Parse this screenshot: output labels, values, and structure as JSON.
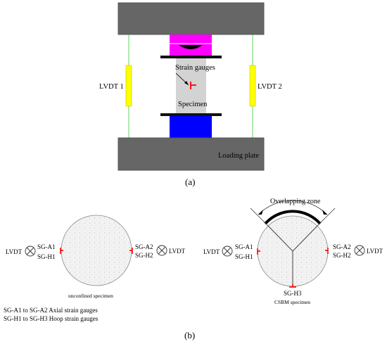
{
  "part_a": {
    "caption": "(a)",
    "labels": {
      "strain_gauges": "Strain gauges",
      "specimen": "Specimen",
      "lvdt1": "LVDT 1",
      "lvdt2": "LVDT 2",
      "loading_plate": "Loading plate"
    }
  },
  "part_b": {
    "caption": "(b)",
    "unconfined": {
      "lvdt_label": "LVDT",
      "left_top": "SG-A1",
      "left_bottom": "SG-H1",
      "right_top": "SG-A2",
      "right_bottom": "SG-H2",
      "right_lvdt_label": "LVDT",
      "name": "unconfined specimen"
    },
    "csbm": {
      "overlap_label": "Overlapping zone",
      "lvdt_label": "LVDT",
      "left_top": "SG-A1",
      "left_bottom": "SG-H1",
      "right_top": "SG-A2",
      "right_bottom": "SG-H2",
      "right_lvdt_label": "LVDT",
      "bottom_gauge": "SG-H3",
      "name": "CSBM specimen"
    },
    "legend": {
      "line1": "SG-A1 to  SG-A2 Axial strain gauges",
      "line2": "SG-H1 to  SG-H3 Hoop strain gauges"
    }
  },
  "colors": {
    "plate": "#666666",
    "magenta_block": "#ff00ff",
    "blue_block": "#0000ff",
    "specimen": "#d3d3d3",
    "lvdt": "#ffff00",
    "gauge_red": "#ff0000",
    "wire_green": "#33cc33"
  }
}
